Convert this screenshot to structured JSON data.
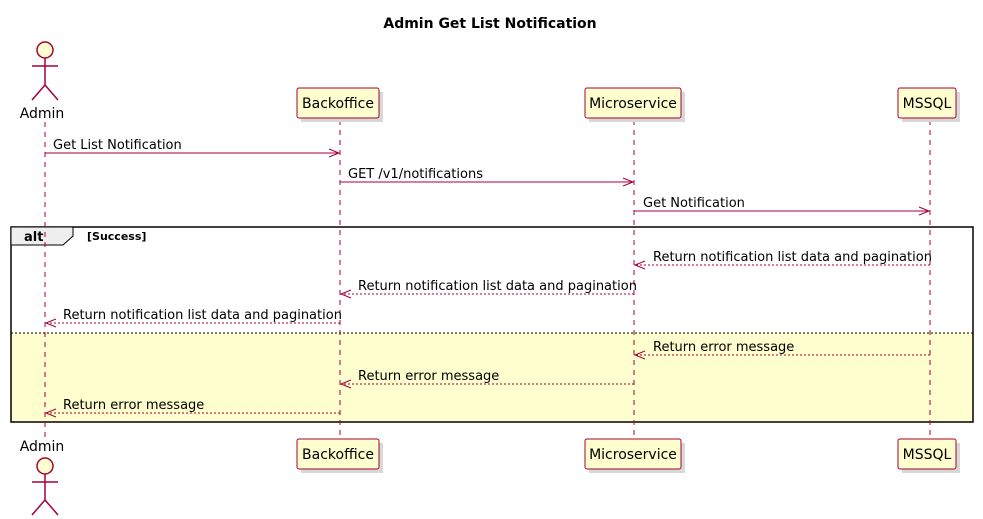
{
  "title": "Admin Get List Notification",
  "participants": [
    {
      "id": "admin",
      "label": "Admin",
      "kind": "actor"
    },
    {
      "id": "backoffice",
      "label": "Backoffice",
      "kind": "participant"
    },
    {
      "id": "microservice",
      "label": "Microservice",
      "kind": "participant"
    },
    {
      "id": "mssql",
      "label": "MSSQL",
      "kind": "participant"
    }
  ],
  "messages": [
    {
      "from": "admin",
      "to": "backoffice",
      "label": "Get List Notification",
      "style": "solid"
    },
    {
      "from": "backoffice",
      "to": "microservice",
      "label": "GET /v1/notifications",
      "style": "solid"
    },
    {
      "from": "microservice",
      "to": "mssql",
      "label": "Get Notification",
      "style": "solid"
    },
    {
      "from": "mssql",
      "to": "microservice",
      "label": "Return notification list data and pagination",
      "style": "dashed"
    },
    {
      "from": "microservice",
      "to": "backoffice",
      "label": "Return notification list data and pagination",
      "style": "dashed"
    },
    {
      "from": "backoffice",
      "to": "admin",
      "label": "Return notification list data and pagination",
      "style": "dashed"
    },
    {
      "from": "mssql",
      "to": "microservice",
      "label": "Return error message",
      "style": "dashed"
    },
    {
      "from": "microservice",
      "to": "backoffice",
      "label": "Return error message",
      "style": "dashed"
    },
    {
      "from": "backoffice",
      "to": "admin",
      "label": "Return error message",
      "style": "dashed"
    }
  ],
  "fragment": {
    "operator": "alt",
    "guard": "[Success]",
    "else_color": "#FEFECE"
  },
  "colors": {
    "participant_fill": "#FEFECE",
    "participant_border": "#A80036",
    "line": "#A80036"
  }
}
